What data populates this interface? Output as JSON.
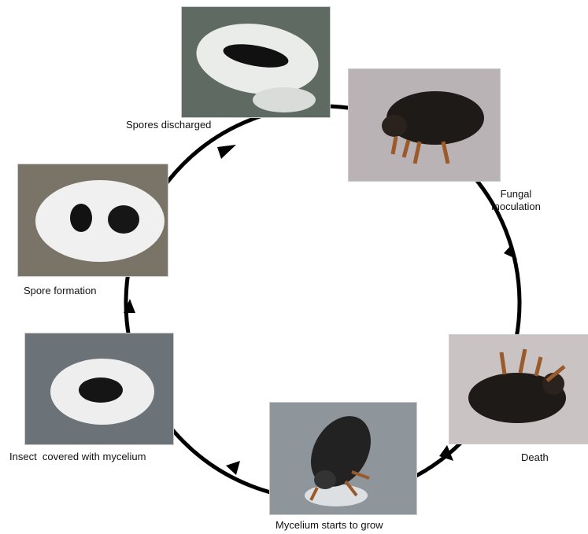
{
  "stages": [
    {
      "id": "spores-discharged",
      "label": "Spores discharged"
    },
    {
      "id": "fungal-inoculation",
      "label": "Fungal\nInoculation"
    },
    {
      "id": "death",
      "label": "Death"
    },
    {
      "id": "mycelium-starts",
      "label": "Mycelium starts to grow"
    },
    {
      "id": "insect-covered",
      "label": "Insect  covered with mycelium"
    },
    {
      "id": "spore-formation",
      "label": "Spore formation"
    }
  ],
  "colors": {
    "cycle": "#000000",
    "spore_white": "#f2f2f2",
    "beetle": "#1e1a17",
    "beetle_leg": "#9a5a2a"
  },
  "icons": [
    "photo-spores-discharged",
    "photo-fungal-inoculation",
    "photo-death",
    "photo-mycelium-starts",
    "photo-insect-covered",
    "photo-spore-formation"
  ]
}
